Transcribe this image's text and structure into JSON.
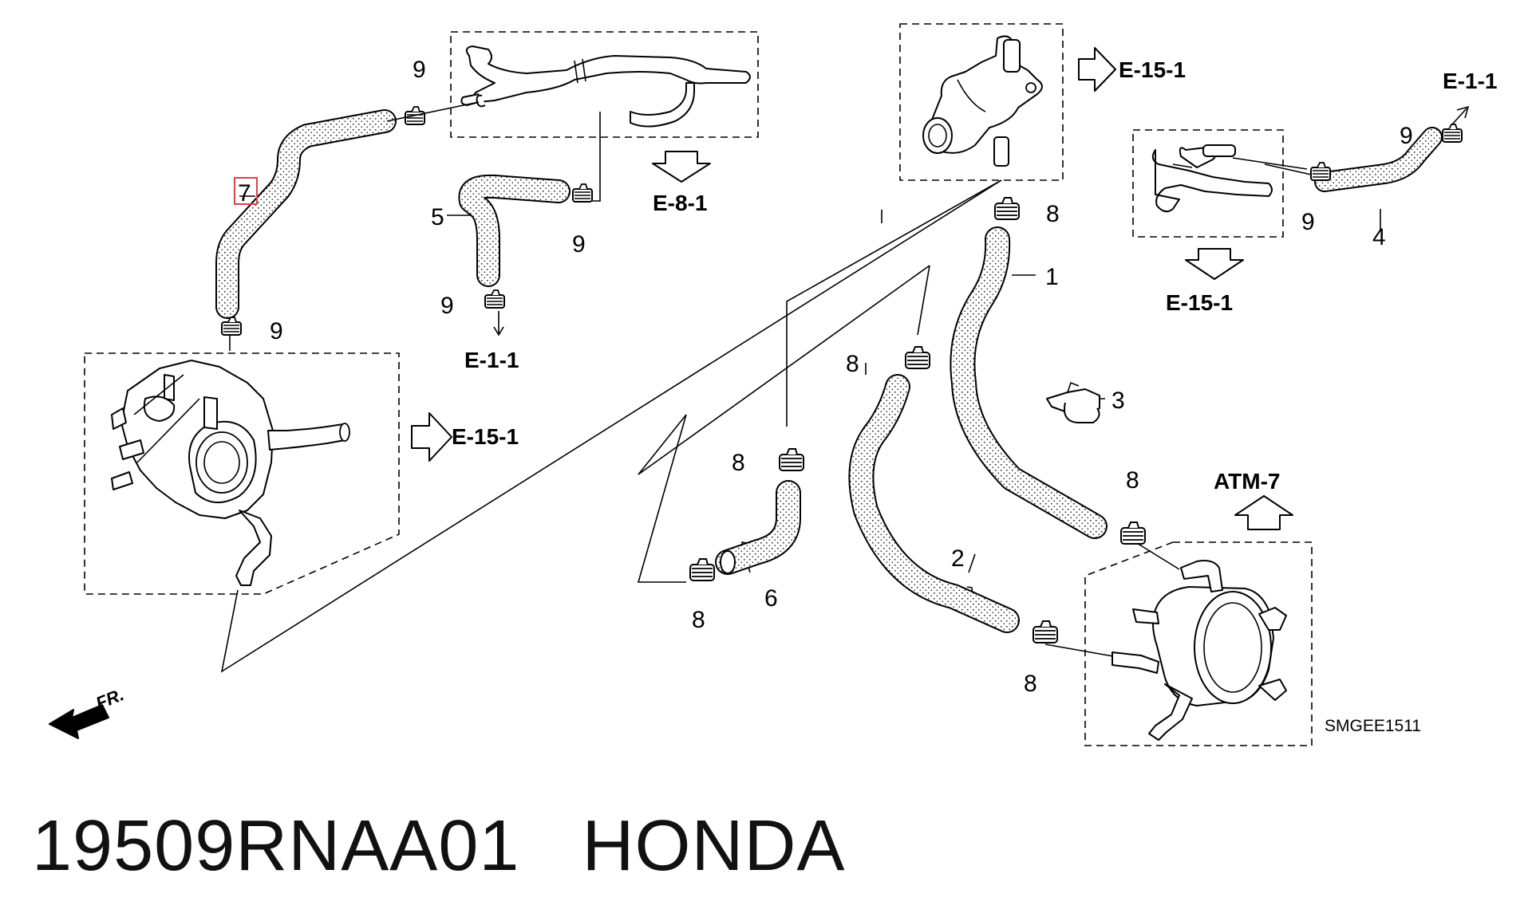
{
  "caption": {
    "part_number": "19509RNAA01",
    "brand": "HONDA"
  },
  "diagram": {
    "drawing_code": "SMGEE1511",
    "front_marker": "FR.",
    "highlighted_callout": "7",
    "highlight_color": "#e0404a",
    "callouts": [
      "1",
      "2",
      "3",
      "4",
      "5",
      "6",
      "7",
      "8",
      "9"
    ],
    "references": {
      "e_15_1": "E-15-1",
      "e_1_1": "E-1-1",
      "e_8_1": "E-8-1",
      "atm_7": "ATM-7"
    }
  }
}
